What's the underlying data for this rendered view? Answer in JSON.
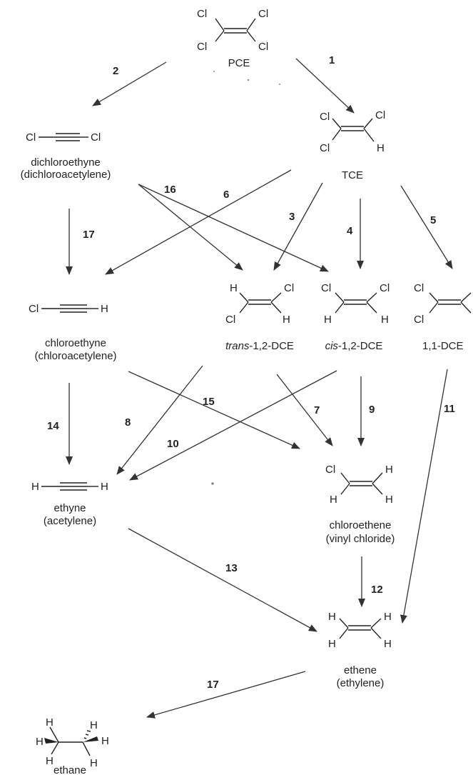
{
  "compounds": {
    "pce": {
      "name": "PCE"
    },
    "tce": {
      "name": "TCE"
    },
    "dichloroethyne": {
      "name": "dichloroethyne",
      "alt": "(dichloroacetylene)"
    },
    "trans_dce": {
      "prefix": "trans",
      "name": "-1,2-DCE"
    },
    "cis_dce": {
      "prefix": "cis",
      "name": "-1,2-DCE"
    },
    "dce11": {
      "name": "1,1-DCE"
    },
    "chloroethyne": {
      "name": "chloroethyne",
      "alt": "(chloroacetylene)"
    },
    "chloroethene": {
      "name": "chloroethene",
      "alt": "(vinyl chloride)"
    },
    "ethyne": {
      "name": "ethyne",
      "alt": "(acetylene)"
    },
    "ethene": {
      "name": "ethene",
      "alt": "(ethylene)"
    },
    "ethane": {
      "name": "ethane"
    }
  },
  "atoms": {
    "cl": "Cl",
    "h": "H"
  },
  "reactions": {
    "r1": "1",
    "r2": "2",
    "r3": "3",
    "r4": "4",
    "r5": "5",
    "r6": "6",
    "r7": "7",
    "r8": "8",
    "r9": "9",
    "r10": "10",
    "r11": "11",
    "r12": "12",
    "r13": "13",
    "r14": "14",
    "r15": "15",
    "r16": "16",
    "r17a": "17",
    "r17b": "17"
  }
}
